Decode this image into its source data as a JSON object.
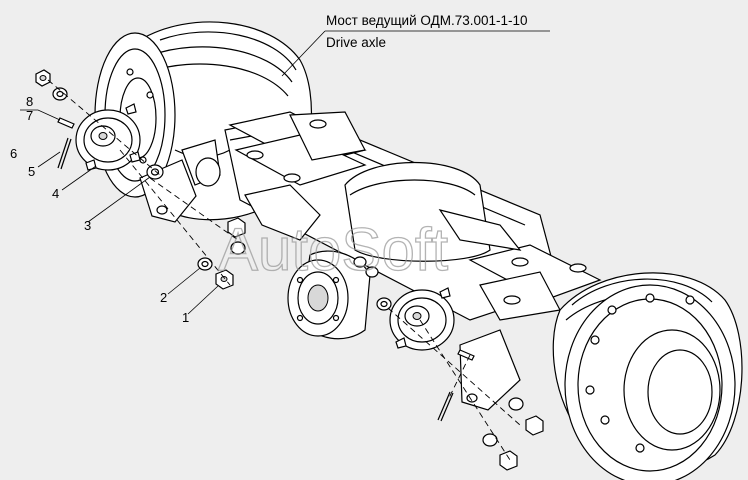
{
  "title_ru": "Мост ведущий ОДМ.73.001-1-10",
  "title_en": "Drive axle",
  "watermark": "AutoSoft",
  "callouts": {
    "c1": "1",
    "c2": "2",
    "c3": "3",
    "c4": "4",
    "c5": "5",
    "c6": "6",
    "c7": "7",
    "c8": "8"
  }
}
